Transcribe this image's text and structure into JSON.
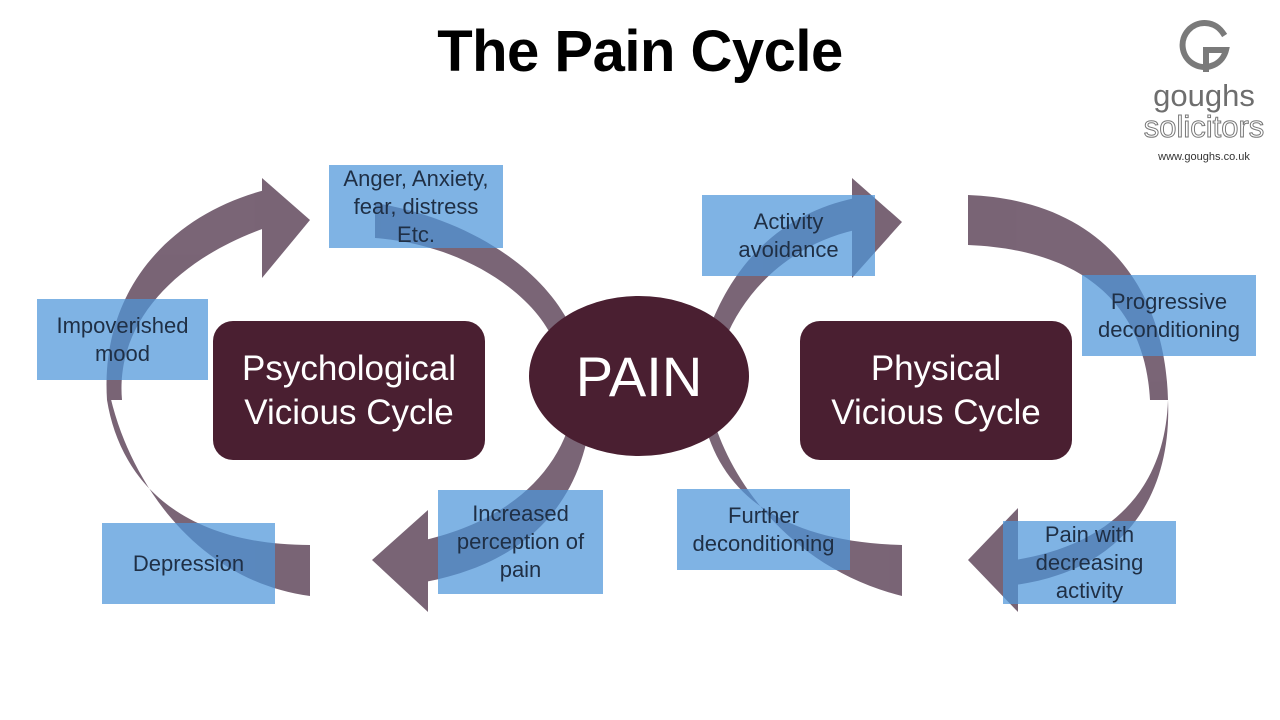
{
  "title": "The Pain Cycle",
  "center": "PAIN",
  "left_cycle": {
    "line1": "Psychological",
    "line2": "Vicious Cycle"
  },
  "right_cycle": {
    "line1": "Physical",
    "line2": "Vicious Cycle"
  },
  "labels": {
    "anger": [
      "Anger, Anxiety,",
      "fear, distress",
      "Etc."
    ],
    "impoverished": [
      "Impoverished",
      "mood"
    ],
    "depression": [
      "Depression"
    ],
    "increased": [
      "Increased",
      "perception of",
      "pain"
    ],
    "activity": [
      "Activity",
      "avoidance"
    ],
    "progressive": [
      "Progressive",
      "deconditioning"
    ],
    "further": [
      "Further",
      "deconditioning"
    ],
    "pain_with": [
      "Pain with",
      "decreasing",
      "activity"
    ]
  },
  "logo": {
    "line1": "goughs",
    "line2": "solicitors",
    "url": "www.goughs.co.uk"
  },
  "colors": {
    "dark": "#4a1f31",
    "arrow": "#6b5467",
    "label": "#4d96da"
  }
}
